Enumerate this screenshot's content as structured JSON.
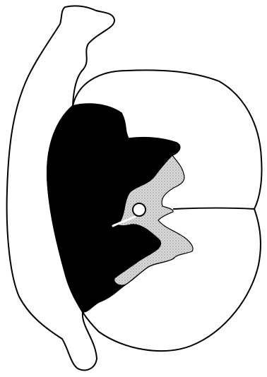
{
  "figure": {
    "description_visible_text": "",
    "regions": [
      {
        "id": "outer-band",
        "fill": "#ffffff",
        "stroke": "#000000"
      },
      {
        "id": "right-section-outline",
        "fill": "#ffffff",
        "stroke": "#000000"
      },
      {
        "id": "black-region",
        "fill": "#000000",
        "stroke": "#000000"
      },
      {
        "id": "gray-stippled-region",
        "fill": "#d7d7d7",
        "stroke": "#000000"
      },
      {
        "id": "central-white-dot",
        "fill": "#ffffff",
        "stroke": "#000000"
      }
    ]
  }
}
